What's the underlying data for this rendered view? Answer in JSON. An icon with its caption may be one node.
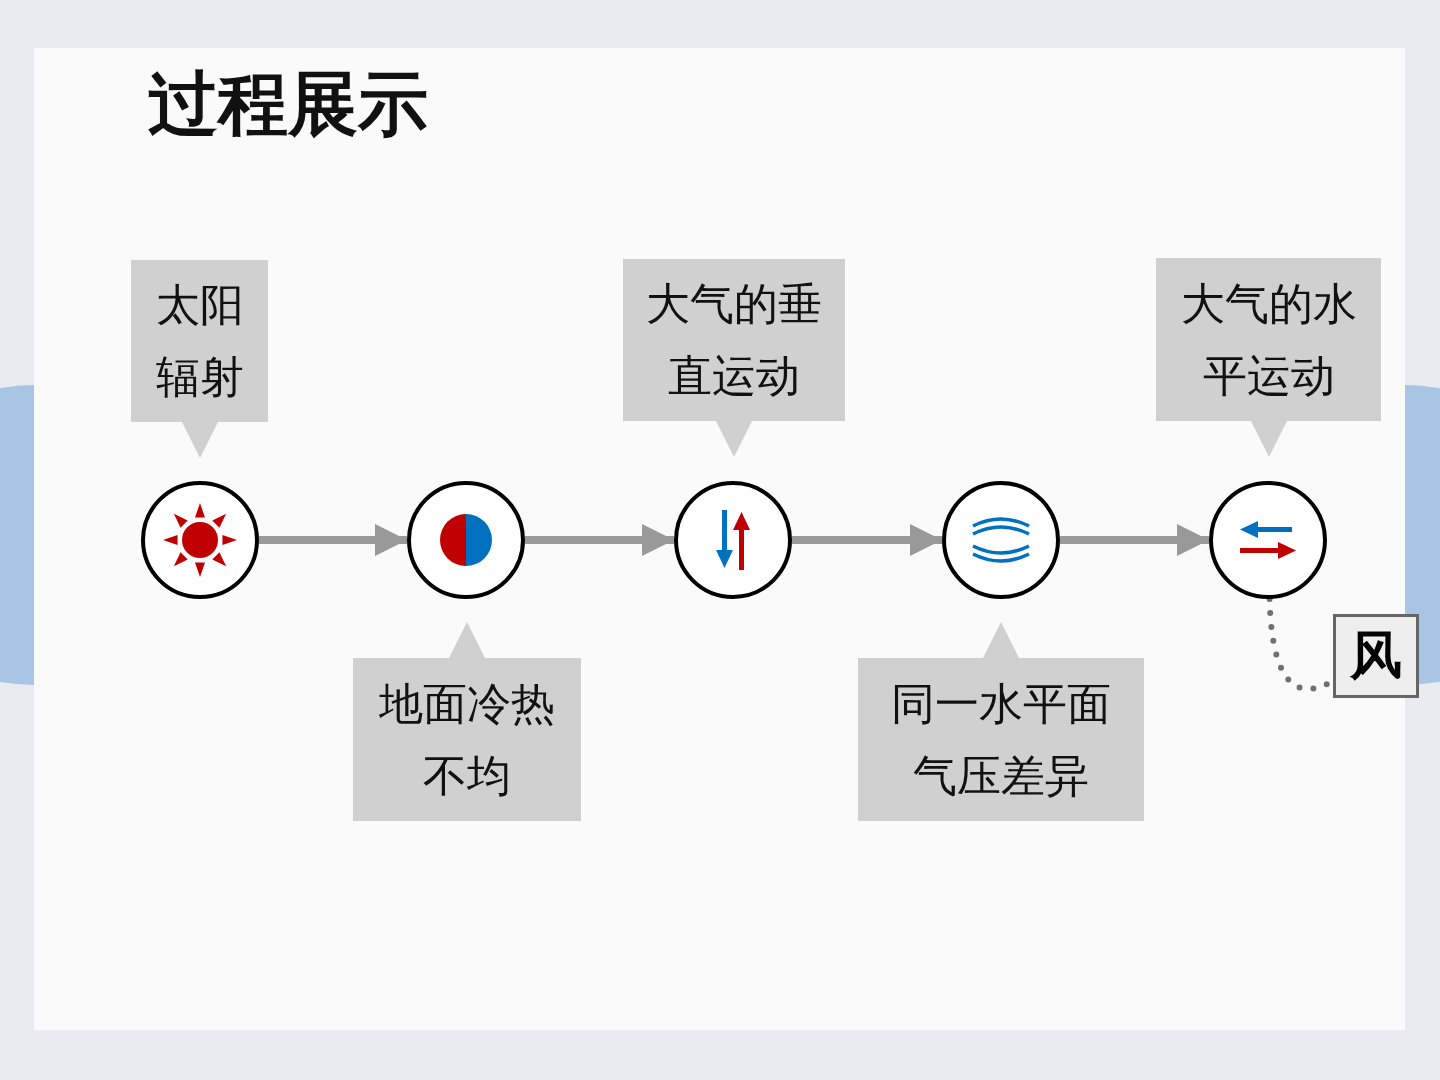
{
  "diagram": {
    "title": "过程展示",
    "nodes": [
      {
        "text": [
          "太阳辐射"
        ]
      },
      {
        "text": [],
        "shape": "circle"
      },
      {
        "text": [],
        "shape": "circle"
      },
      {
        "text": [
          "地面冷热不均"
        ]
      },
      {
        "text": [
          "大气的垂直运动"
        ]
      },
      {
        "text": [],
        "shape": "circle"
      },
      {
        "text": [],
        "shape": "circle"
      },
      {
        "text": [
          "同一水平面气压差异"
        ]
      },
      {
        "text": [
          "大气的水平运动"
        ]
      },
      {
        "text": [],
        "shape": "circle"
      },
      {
        "text": [
          "风"
        ]
      }
    ],
    "edges": [
      {
        "from": 1,
        "to": 2,
        "arrow": "to"
      },
      {
        "from": 2,
        "to": 5,
        "arrow": "to"
      },
      {
        "from": 5,
        "to": 6,
        "arrow": "to"
      },
      {
        "from": 6,
        "to": 9,
        "arrow": "to"
      },
      {
        "from": 9,
        "to": 10,
        "arrow": "none",
        "style": "dashed",
        "color": "#707070"
      }
    ]
  }
}
